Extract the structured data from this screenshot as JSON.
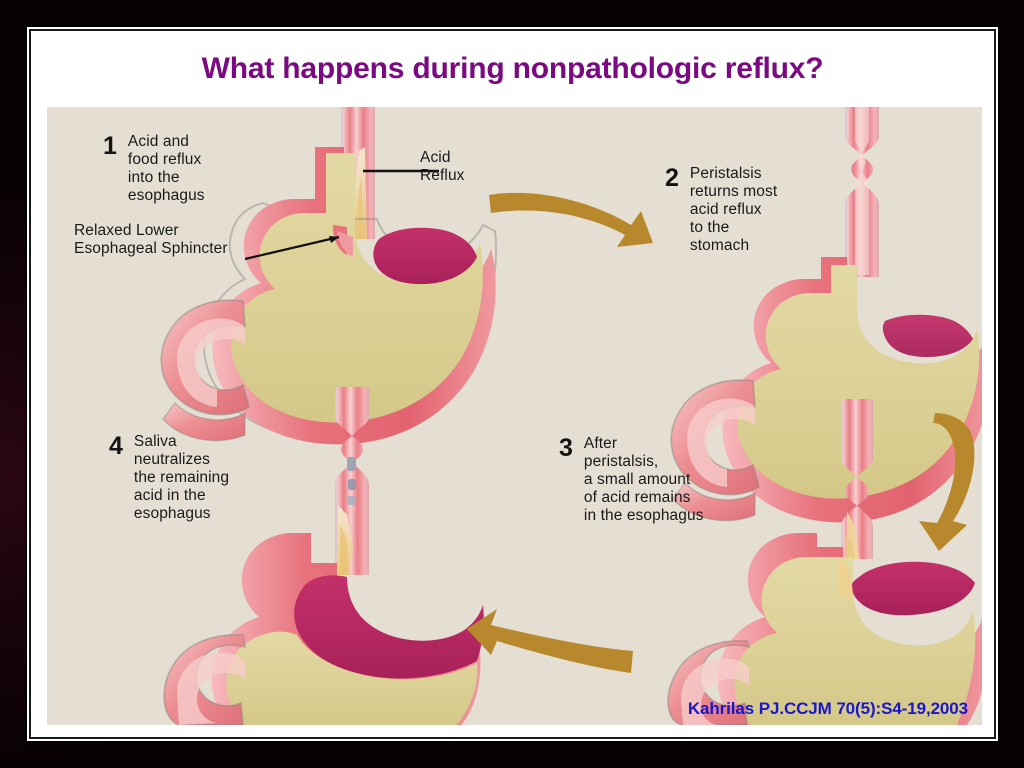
{
  "slide": {
    "title": "What happens during nonpathologic reflux?",
    "title_color": "#7b0a82",
    "canvas_bg": "#e5dfd3",
    "frame_bg": "#ffffff",
    "background_color": "#0a0203"
  },
  "steps": [
    {
      "number": "1",
      "text": "Acid and\nfood reflux\ninto the\nesophagus"
    },
    {
      "number": "2",
      "text": "Peristalsis\nreturns most\nacid reflux\nto the\nstomach"
    },
    {
      "number": "3",
      "text": "After\nperistalsis,\na small amount\nof acid remains\nin the esophagus"
    },
    {
      "number": "4",
      "text": "Saliva\nneutralizes\nthe remaining\nacid in the\nesophagus"
    }
  ],
  "annotations": {
    "acid_reflux": "Acid\nReflux",
    "lower_esophageal_sphincter": "Relaxed Lower\nEsophageal Sphincter"
  },
  "citation": {
    "text": "Kahrilas PJ.CCJM 70(5):S4-19,2003",
    "color": "#1a17c8"
  },
  "palette": {
    "stomach_fill": "#ddd296",
    "stomach_wall": "#e8727c",
    "stomach_wall_light": "#f2a3a8",
    "acid_pool": "#b32a5e",
    "arrow": "#b8882c",
    "esophagus_inner": "#f5d9a8",
    "outline": "#6d6a63"
  },
  "chart_data": {
    "type": "diagram",
    "title": "What happens during nonpathologic reflux?",
    "cycle": [
      "1",
      "2",
      "3",
      "4"
    ],
    "arrows": [
      {
        "from": "1",
        "to": "2",
        "direction": "right"
      },
      {
        "from": "2",
        "to": "3",
        "direction": "down"
      },
      {
        "from": "3",
        "to": "4",
        "direction": "left"
      }
    ]
  }
}
